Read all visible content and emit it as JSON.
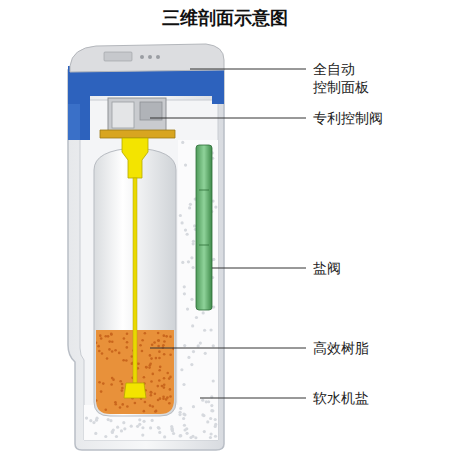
{
  "diagram": {
    "title": "三维剖面示意图",
    "labels": [
      "全自动 控制面板",
      "专利控制阀",
      "盐阀",
      "高效树脂",
      "软水机盐"
    ]
  }
}
